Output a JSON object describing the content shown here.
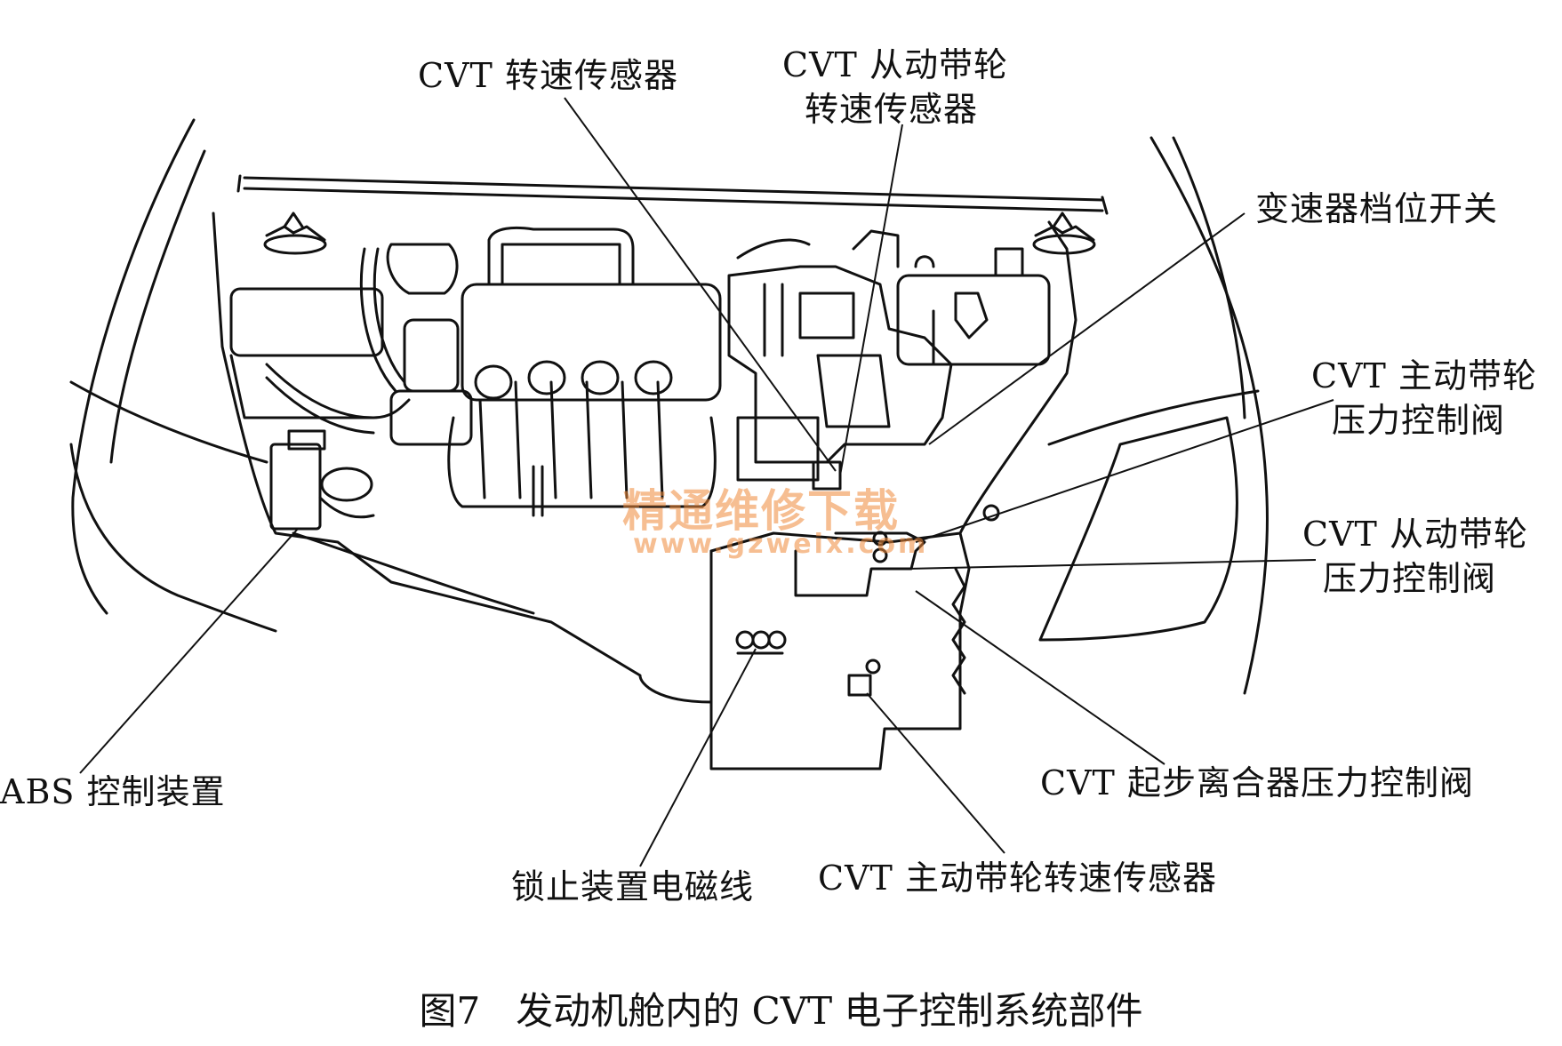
{
  "labels": {
    "cvt_speed_sensor": "CVT 转速传感器",
    "driven_pulley_speed_sensor_1": "CVT 从动带轮",
    "driven_pulley_speed_sensor_2": "转速传感器",
    "gear_position_switch": "变速器档位开关",
    "drive_pulley_valve_1": "CVT 主动带轮",
    "drive_pulley_valve_2": "压力控制阀",
    "driven_pulley_valve_1": "CVT 从动带轮",
    "driven_pulley_valve_2": "压力控制阀",
    "abs_control": "ABS 控制装置",
    "clutch_valve": "CVT 起步离合器压力控制阀",
    "lockup_solenoid": "锁止装置电磁线",
    "drive_pulley_speed_sensor": "CVT 主动带轮转速传感器"
  },
  "caption": {
    "figure_no": "图7",
    "title": "发动机舱内的 CVT 电子控制系统部件"
  },
  "watermark": {
    "text_cn": "精通维修下载",
    "url": "www.gzweix.com"
  },
  "colors": {
    "ink": "#111111",
    "paper": "#ffffff",
    "watermark": "#f08a3a"
  }
}
